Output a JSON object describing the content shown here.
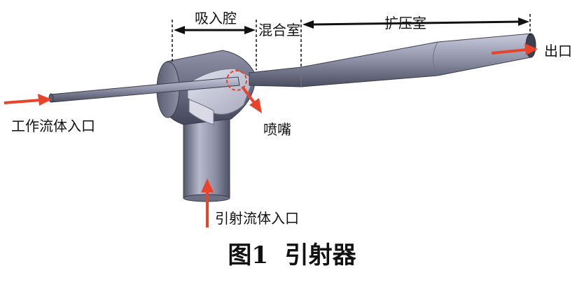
{
  "labels": {
    "suction_chamber": "吸入腔",
    "mixing_chamber": "混合室",
    "diffuser": "扩压室",
    "outlet": "出口",
    "nozzle": "喷嘴",
    "working_fluid_inlet": "工作流体入口",
    "ejected_fluid_inlet": "引射流体入口"
  },
  "caption": "图1  引射器",
  "colors": {
    "arrow": "#e8442c",
    "metal_dark": "#4b4e60",
    "metal_mid": "#8d90a6",
    "metal_light": "#c9cbdc"
  }
}
